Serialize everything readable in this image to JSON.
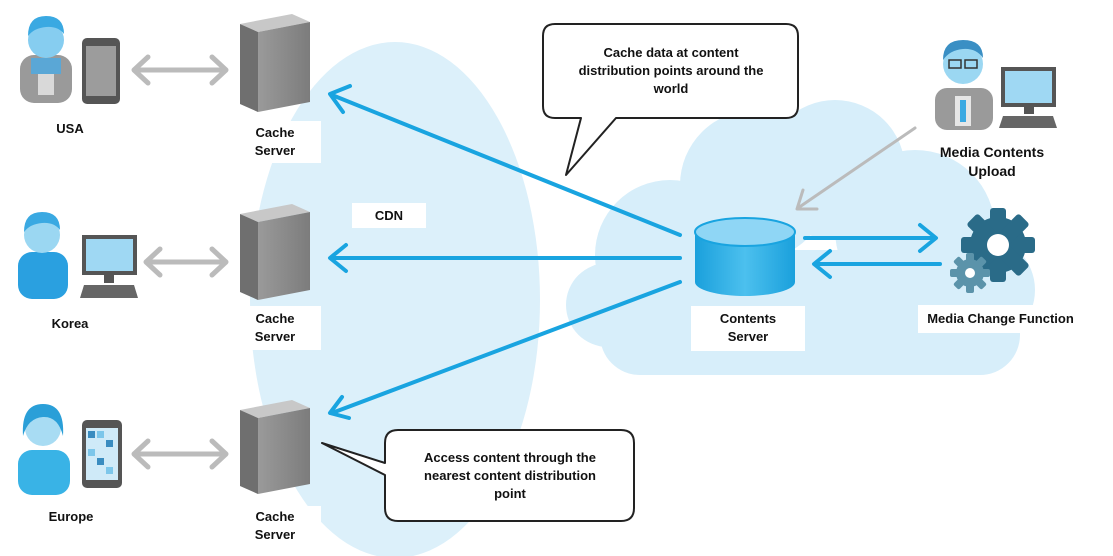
{
  "users": {
    "usa": "USA",
    "korea": "Korea",
    "europe": "Europe"
  },
  "cache_server": {
    "line1": "Cache",
    "line2": "Server"
  },
  "cdn": "CDN",
  "callouts": {
    "top": [
      "Cache data at content",
      "distribution points around the",
      "world"
    ],
    "bottom": [
      "Access content through the",
      "nearest content distribution",
      "point"
    ]
  },
  "contents_server": {
    "line1": "Contents",
    "line2": "Server"
  },
  "media_upload": {
    "line1": "Media Contents",
    "line2": "Upload"
  },
  "media_change": "Media Change Function",
  "colors": {
    "arrow_blue": "#19a4e0",
    "arrow_gray": "#bbbbbb",
    "cdn_ellipse": "#dcf0fa",
    "cloud": "#d7eefa",
    "server_gray": "#8c8c8c",
    "gear_dark": "#2a6b88",
    "gear_light": "#5b93aa"
  },
  "icons": [
    "person-icon",
    "smartphone-icon",
    "monitor-icon",
    "tablet-icon",
    "cache-server-icon",
    "database-icon",
    "gear-icon",
    "cloud-icon"
  ]
}
